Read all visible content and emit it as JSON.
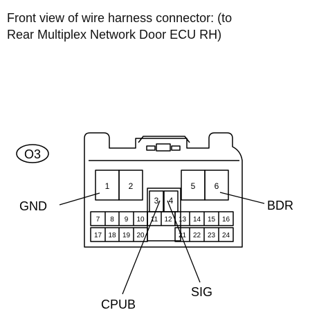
{
  "title": {
    "line1": "Front view of wire harness connector: (to",
    "line2": "Rear Multiplex Network Door ECU RH)"
  },
  "connector": {
    "code": "O3",
    "pins": {
      "p1": "1",
      "p2": "2",
      "p3": "3",
      "p4": "4",
      "p5": "5",
      "p6": "6",
      "p7": "7",
      "p8": "8",
      "p9": "9",
      "p10": "10",
      "p11": "11",
      "p12": "12",
      "p13": "13",
      "p14": "14",
      "p15": "15",
      "p16": "16",
      "p17": "17",
      "p18": "18",
      "p19": "19",
      "p20": "20",
      "p21": "21",
      "p22": "22",
      "p23": "23",
      "p24": "24"
    }
  },
  "callouts": {
    "gnd": "GND",
    "bdr": "BDR",
    "cpub": "CPUB",
    "sig": "SIG"
  }
}
